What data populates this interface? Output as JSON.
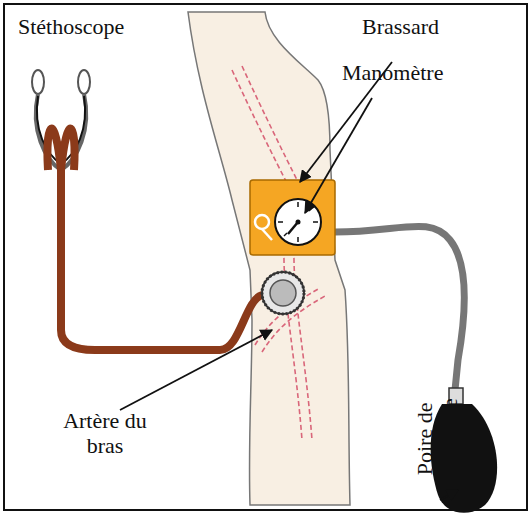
{
  "diagram": {
    "labels": [
      "Stéthoscope",
      "Brassard",
      "Manomètre",
      "Artère du bras",
      "Poire de gonflage"
    ]
  }
}
